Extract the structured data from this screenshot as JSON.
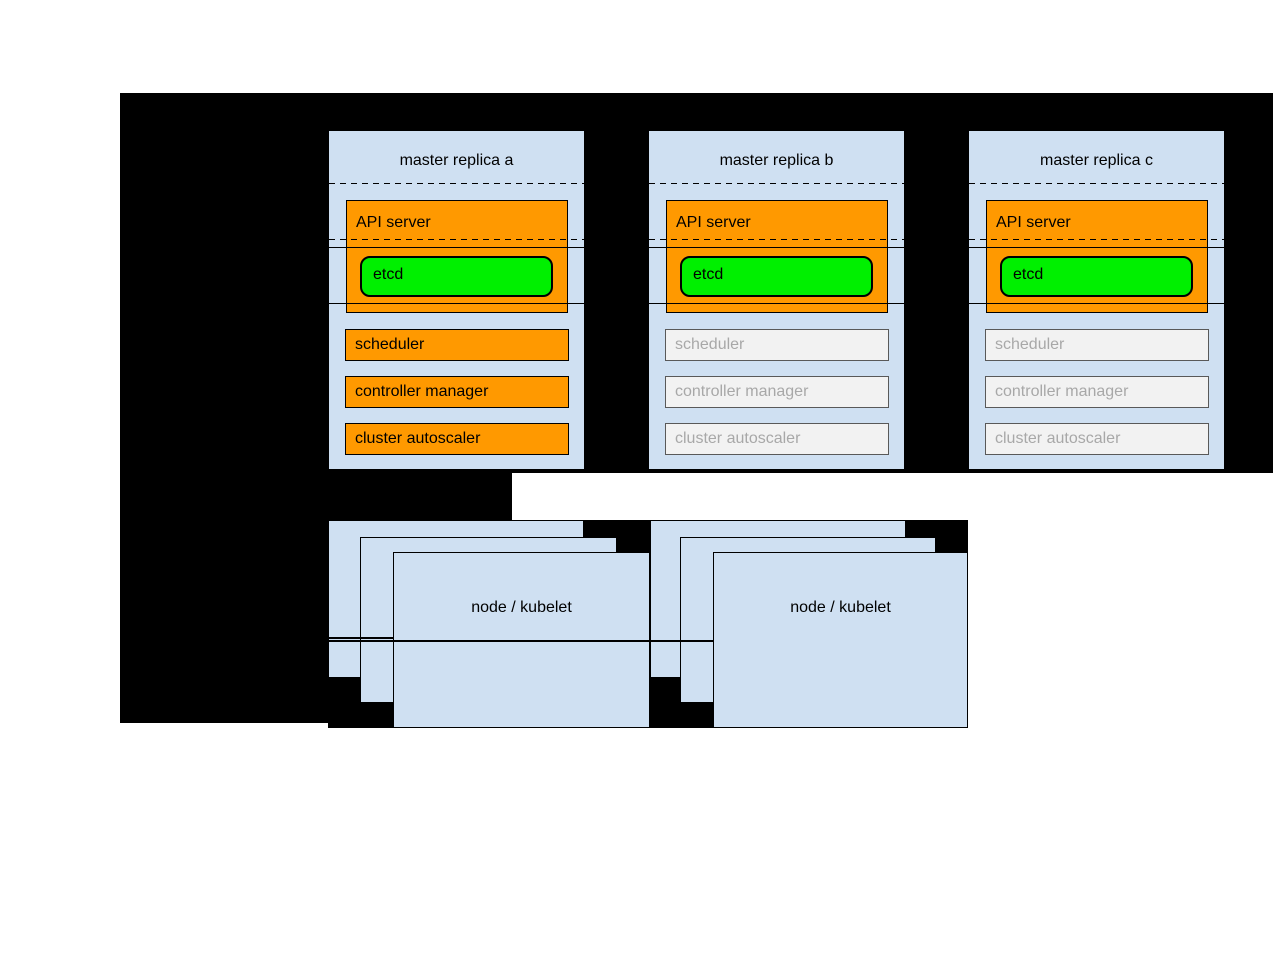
{
  "colors": {
    "canvas": "#000000",
    "box_blue": "#cfe0f2",
    "active_fill": "#ff9900",
    "etcd_green": "#00f000",
    "inactive_fill": "#f2f2f2",
    "inactive_border": "#595959",
    "inactive_text": "#a8a8a8",
    "line": "#000000"
  },
  "masters": [
    {
      "title": "master replica a",
      "components": {
        "api_server": {
          "label": "API server",
          "active": true
        },
        "etcd": {
          "label": "etcd",
          "active": true
        },
        "scheduler": {
          "label": "scheduler",
          "active": true
        },
        "controller_manager": {
          "label": "controller manager",
          "active": true
        },
        "cluster_autoscaler": {
          "label": "cluster autoscaler",
          "active": true
        }
      }
    },
    {
      "title": "master replica b",
      "components": {
        "api_server": {
          "label": "API server",
          "active": true
        },
        "etcd": {
          "label": "etcd",
          "active": true
        },
        "scheduler": {
          "label": "scheduler",
          "active": false
        },
        "controller_manager": {
          "label": "controller manager",
          "active": false
        },
        "cluster_autoscaler": {
          "label": "cluster autoscaler",
          "active": false
        }
      }
    },
    {
      "title": "master replica c",
      "components": {
        "api_server": {
          "label": "API server",
          "active": true
        },
        "etcd": {
          "label": "etcd",
          "active": true
        },
        "scheduler": {
          "label": "scheduler",
          "active": false
        },
        "controller_manager": {
          "label": "controller manager",
          "active": false
        },
        "cluster_autoscaler": {
          "label": "cluster autoscaler",
          "active": false
        }
      }
    }
  ],
  "node_stacks": [
    {
      "label": "node / kubelet",
      "card_count": 3
    },
    {
      "label": "node / kubelet",
      "card_count": 3
    }
  ]
}
